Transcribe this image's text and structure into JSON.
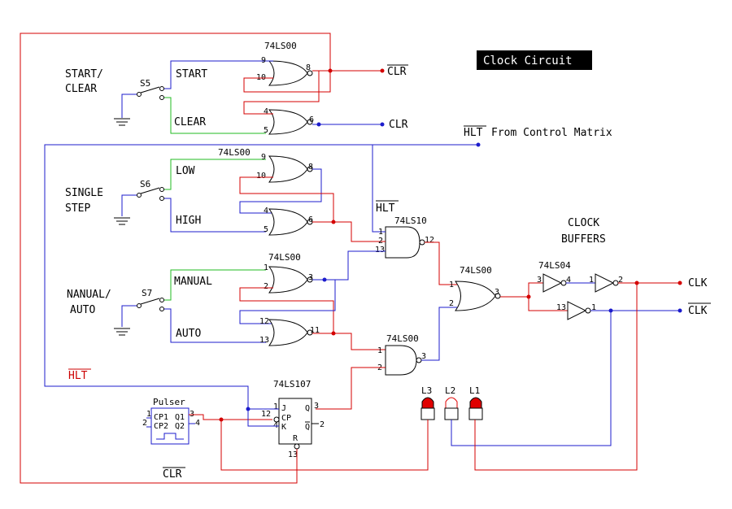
{
  "title": "Clock Circuit",
  "colors": {
    "red": "#d40000",
    "blue": "#1c1ccc",
    "green": "#22bb22",
    "black": "#000000"
  },
  "switches": {
    "s5": {
      "name": "S5",
      "label1": "START/",
      "label2": "CLEAR",
      "pos1": "START",
      "pos2": "CLEAR"
    },
    "s6": {
      "name": "S6",
      "label1": "SINGLE",
      "label2": "STEP",
      "pos1": "LOW",
      "pos2": "HIGH"
    },
    "s7": {
      "name": "S7",
      "label1": "NANUAL/",
      "label2": "AUTO",
      "pos1": "MANUAL",
      "pos2": "AUTO"
    }
  },
  "chips": {
    "nand1": "74LS00",
    "nand2": "74LS00",
    "nand3": "74LS00",
    "nand3input": "74LS10",
    "nand4": "74LS00",
    "nand5": "74LS00",
    "inverter": "74LS04",
    "flipflop": "74LS107",
    "pulser": "Pulser"
  },
  "pins": {
    "g1": [
      "9",
      "10",
      "8"
    ],
    "g2": [
      "4",
      "5",
      "6"
    ],
    "g3": [
      "9",
      "10",
      "8"
    ],
    "g4": [
      "4",
      "5",
      "6"
    ],
    "g5": [
      "1",
      "2",
      "3"
    ],
    "g6": [
      "12",
      "13",
      "11"
    ],
    "g7": [
      "1",
      "2",
      "13",
      "12"
    ],
    "g8": [
      "1",
      "2",
      "3"
    ],
    "g9": [
      "1",
      "2",
      "3"
    ],
    "inv": [
      "3",
      "4",
      "1",
      "2",
      "13",
      "1"
    ],
    "ff": [
      "1",
      "12",
      "4",
      "3",
      "2",
      "13"
    ],
    "ff_pin_labels": [
      "J",
      "CP",
      "K",
      "Q",
      "Q",
      "R"
    ],
    "pulser_pins": [
      "1",
      "2",
      "3",
      "4"
    ],
    "pulser_labels": [
      "CP1",
      "CP2",
      "Q1",
      "Q2"
    ]
  },
  "signals": {
    "clr_bar_top": "CLR",
    "clr_top": "CLR",
    "hlt_from": "HLT",
    "hlt_from_text": "From Control Matrix",
    "hlt_mid": "HLT",
    "hlt_left": "HLT",
    "clr_bottom": "CLR",
    "clk": "CLK",
    "clk_bar": "CLK"
  },
  "buffers_label1": "CLOCK",
  "buffers_label2": "BUFFERS",
  "leds": [
    "L3",
    "L2",
    "L1"
  ]
}
